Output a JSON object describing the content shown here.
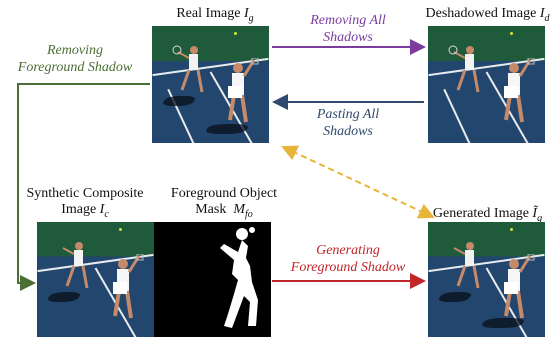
{
  "labels": {
    "real": {
      "text": "Real Image",
      "sym": "I",
      "sub": "g"
    },
    "deshadowed": {
      "text": "Deshadowed Image",
      "sym": "I",
      "sub": "d"
    },
    "composite_1": "Synthetic Composite",
    "composite_2": {
      "text": "Image",
      "sym": "I",
      "sub": "c"
    },
    "mask_1": "Foreground Object",
    "mask_2": {
      "text": "Mask",
      "sym": "M",
      "sub": "fo"
    },
    "generated": {
      "text": "Generated Image",
      "sym": "Ĩ",
      "sub": "g"
    }
  },
  "arrows": {
    "removing_all": {
      "line1": "Removing All",
      "line2": "Shadows",
      "color": "#7a3d9e"
    },
    "pasting_all": {
      "line1": "Pasting All",
      "line2": "Shadows",
      "color": "#2e4a6e"
    },
    "removing_fg": {
      "line1": "Removing",
      "line2": "Foreground Shadow",
      "color": "#4a6e34"
    },
    "generating_fg": {
      "line1": "Generating",
      "line2": "Foreground Shadow",
      "color": "#c0262a"
    },
    "dashed_color": "#e8b43a"
  }
}
